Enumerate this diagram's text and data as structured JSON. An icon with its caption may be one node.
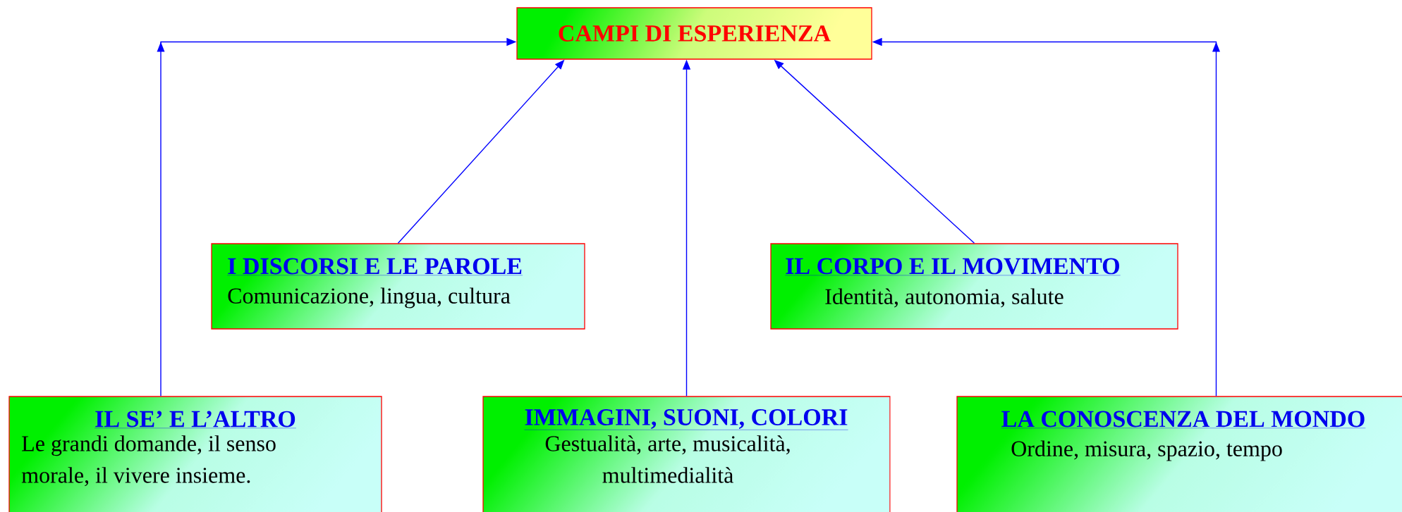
{
  "diagram": {
    "nodes": [
      {
        "text": [
          "CAMPI DI ESPERIENZA"
        ]
      },
      {
        "text": [
          "I DISCORSI E LE PAROLE",
          "Comunicazione, lingua, cultura"
        ]
      },
      {
        "text": [
          "IL CORPO E IL MOVIMENTO",
          "Identità, autonomia, salute"
        ]
      },
      {
        "text": [
          "IL SE’ E L’ALTRO",
          "Le grandi domande, il senso morale, il vivere insieme."
        ]
      },
      {
        "text": [
          "IMMAGINI, SUONI, COLORI",
          "Gestualità, arte, musicalità, multimedialità"
        ]
      },
      {
        "text": [
          "LA CONOSCENZA DEL MONDO",
          "Ordine, misura, spazio, tempo"
        ]
      }
    ],
    "edges": [
      {
        "from": 3,
        "to": 0,
        "arrow": "to"
      },
      {
        "from": 1,
        "to": 0,
        "arrow": "to"
      },
      {
        "from": 4,
        "to": 0,
        "arrow": "to"
      },
      {
        "from": 2,
        "to": 0,
        "arrow": "to"
      },
      {
        "from": 5,
        "to": 0,
        "arrow": "to"
      }
    ]
  }
}
